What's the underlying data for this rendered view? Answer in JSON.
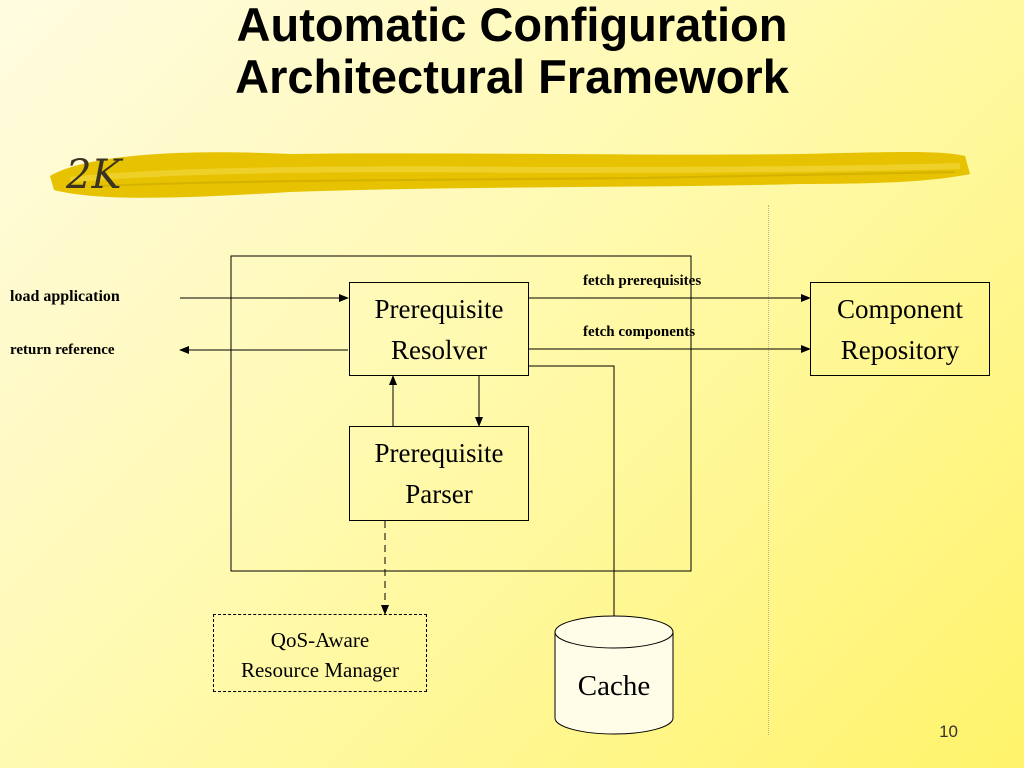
{
  "slide": {
    "title_line1": "Automatic Configuration",
    "title_line2": "Architectural Framework",
    "logo_text": "2K",
    "page_number": "10"
  },
  "diagram": {
    "input_load": "load application",
    "output_return": "return reference",
    "edge_fetch_prereq": "fetch prerequisites",
    "edge_fetch_components": "fetch components",
    "resolver": {
      "line1": "Prerequisite",
      "line2": "Resolver"
    },
    "parser": {
      "line1": "Prerequisite",
      "line2": "Parser"
    },
    "repository": {
      "line1": "Component",
      "line2": "Repository"
    },
    "qos": {
      "line1": "QoS-Aware",
      "line2": "Resource Manager"
    },
    "cache": "Cache"
  }
}
